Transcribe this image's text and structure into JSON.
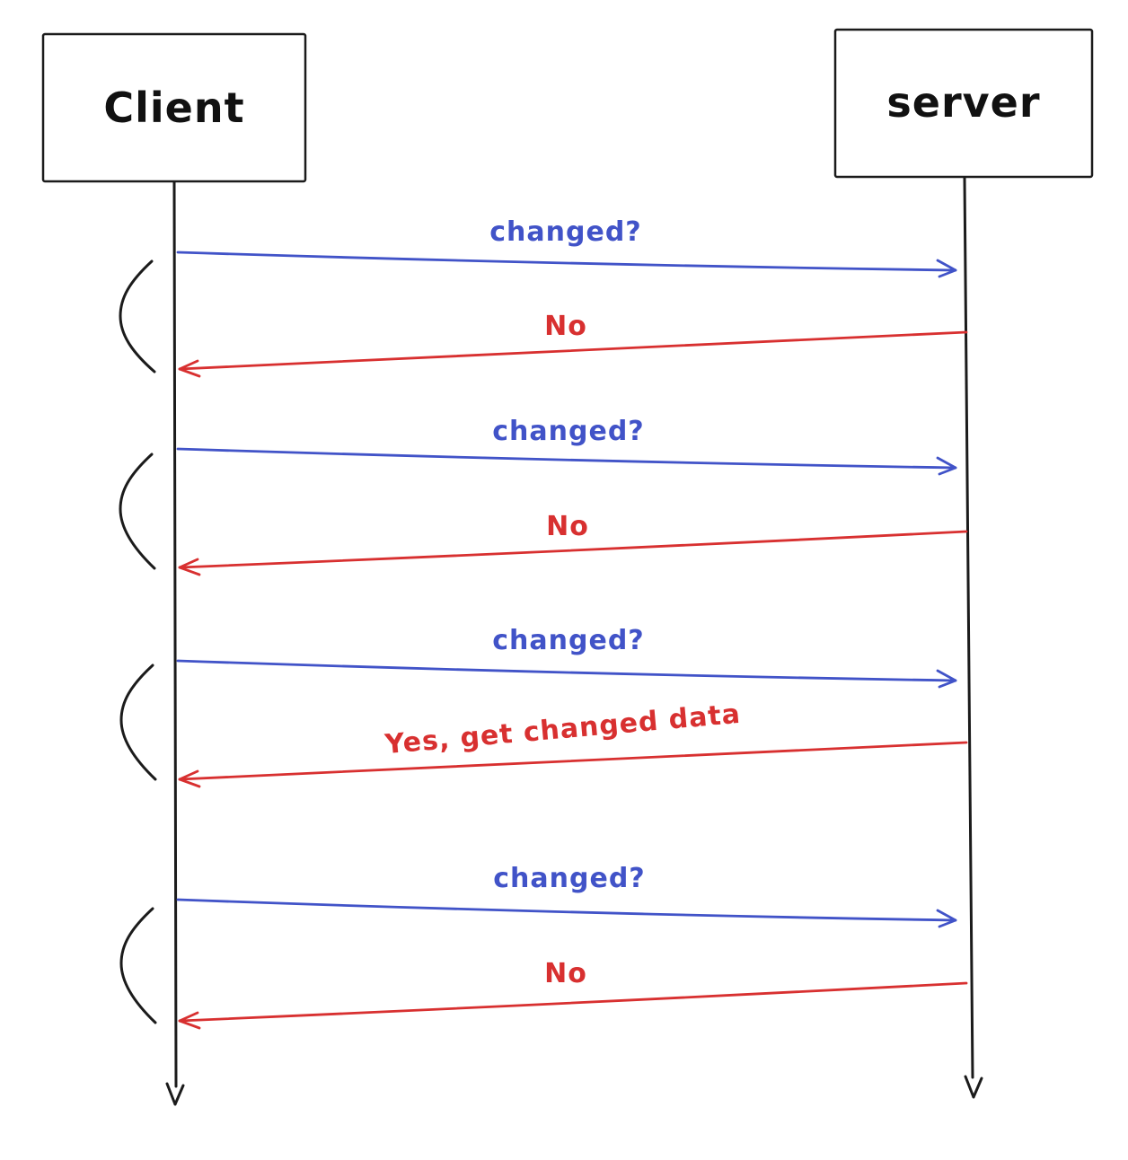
{
  "diagram": {
    "type": "sequence-diagram",
    "actors": [
      {
        "id": "client",
        "label": "Client"
      },
      {
        "id": "server",
        "label": "server"
      }
    ],
    "messages": [
      {
        "from": "client",
        "to": "server",
        "label": "changed?"
      },
      {
        "from": "server",
        "to": "client",
        "label": "No"
      },
      {
        "from": "client",
        "to": "server",
        "label": "changed?"
      },
      {
        "from": "server",
        "to": "client",
        "label": "No"
      },
      {
        "from": "client",
        "to": "server",
        "label": "changed?"
      },
      {
        "from": "server",
        "to": "client",
        "label": "Yes, get changed data"
      },
      {
        "from": "client",
        "to": "server",
        "label": "changed?"
      },
      {
        "from": "server",
        "to": "client",
        "label": "No"
      }
    ],
    "colors": {
      "request": "#4153c8",
      "response": "#d83030",
      "stroke": "#1b1b1b",
      "background": "#ffffff"
    }
  }
}
